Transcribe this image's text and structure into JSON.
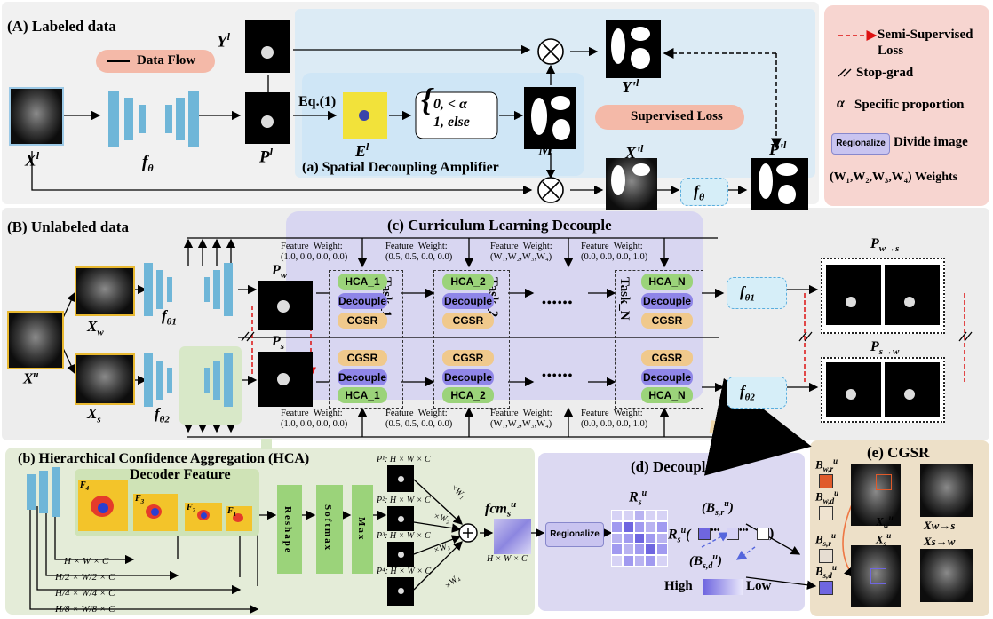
{
  "panel_a": {
    "title": "(A) Labeled data",
    "data_flow": "Data Flow",
    "x_label": "X",
    "x_sup": "l",
    "y_label": "Y",
    "y_sup": "l",
    "f_label": "f",
    "f_sub": "θ",
    "p_label": "P",
    "p_sup": "l",
    "eq_label": "Eq.(1)",
    "e_label": "E",
    "e_sup": "l",
    "piecewise_top": "0,   < α",
    "piecewise_bot": "1,   else",
    "m_label": "M",
    "m_sup": "l",
    "yp_label": "Y'",
    "yp_sup": "l",
    "xp_label": "X'",
    "xp_sup": "l",
    "pp_label": "P'",
    "pp_sup": "l",
    "supervised_loss": "Supervised Loss",
    "sda_title": "(a) Spatial Decoupling Amplifier"
  },
  "legend": {
    "semi": "Semi-Supervised Loss",
    "stop": "Stop-grad",
    "alpha_sym": "α",
    "alpha": "Specific proportion",
    "regionalize": "Regionalize",
    "divide": "Divide image",
    "weights": "(W₁,W₂,W₃,W₄) Weights"
  },
  "panel_b": {
    "title": "(B) Unlabeled data",
    "cl_title": "(c) Curriculum Learning Decouple",
    "xu": "X",
    "xu_sup": "u",
    "xwu": "X",
    "xwu_sub": "w",
    "xsu": "X",
    "xsu_sub": "s",
    "f1": "f",
    "f1_sub": "θ1",
    "f2": "f",
    "f2_sub": "θ2",
    "pwu": "P",
    "pwu_sub": "w",
    "psu": "P",
    "psu_sub": "s",
    "pws": "P",
    "pws_sub": "w→s",
    "psw": "P",
    "psw_sub": "s→w"
  },
  "weights_top": [
    "Feature_Weight:\n(1.0, 0.0, 0.0, 0.0)",
    "Feature_Weight:\n(0.5, 0.5, 0.0, 0.0)",
    "Feature_Weight:\n(W₁,W₂,W₃,W₄)",
    "Feature_Weight:\n(0.0, 0.0, 0.0, 1.0)"
  ],
  "weights_bot": [
    "Feature_Weight:\n(1.0, 0.0, 0.0, 0.0)",
    "Feature_Weight:\n(0.5, 0.5, 0.0, 0.0)",
    "Feature_Weight:\n(W₁,W₂,W₃,W₄)",
    "Feature_Weight:\n(0.0, 0.0, 0.0, 1.0)"
  ],
  "tasks": [
    {
      "hca": "HCA_1",
      "task": "Task_1"
    },
    {
      "hca": "HCA_2",
      "task": "Task_2"
    },
    {
      "hca": "HCA_N",
      "task": "Task_N"
    }
  ],
  "decouple": "Decouple",
  "cgsr": "CGSR",
  "dots": "••••••",
  "panel_hca": {
    "title": "(b) Hierarchical Confidence Aggregation (HCA)",
    "decoder": "Decoder Feature",
    "f4": "F",
    "f3": "F",
    "f2": "F",
    "f1": "F",
    "reshape": "Reshape",
    "softmax": "Softmax",
    "max": "Max",
    "dims": [
      "H × W × C",
      "H/2 × W/2 × C",
      "H/4 × W/4 × C",
      "H/8 × W/8 × C"
    ],
    "p_rows": [
      "P¹: H × W × C",
      "P²: H × W × C",
      "P³: H × W × C",
      "P⁴: H × W × C"
    ],
    "w": [
      "×W₁",
      "×W₂",
      "×W₃",
      "×W₄"
    ],
    "fcm": "fcm",
    "fcm_dim": "H × W × C"
  },
  "panel_dec": {
    "title": "(d) Decouple",
    "regionalize": "Regionalize",
    "rs": "R",
    "rs2": "R",
    "bsr": "(B",
    "bsd": "(B",
    "high": "High",
    "low": "Low"
  },
  "panel_cgsr": {
    "title": "(e) CGSR",
    "bwr": "B",
    "bwd": "B",
    "bsr": "B",
    "bsd": "B",
    "xw": "X",
    "xs": "X",
    "xw2s": "Xw→s",
    "xs2w": "Xs→w"
  }
}
